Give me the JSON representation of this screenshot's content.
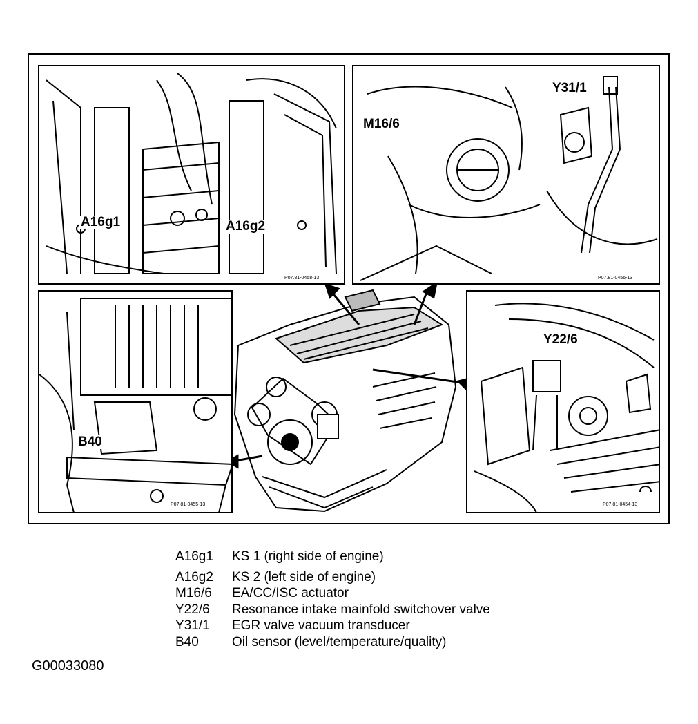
{
  "panels": {
    "top_left": {
      "callouts": [
        "A16g1",
        "A16g2"
      ],
      "figure_number": "P07.81-0458-13"
    },
    "top_right": {
      "callouts": [
        "M16/6",
        "Y31/1"
      ],
      "figure_number": "P07.81-0456-13"
    },
    "bottom_left": {
      "callouts": [
        "B40"
      ],
      "figure_number": "P07.81-0455-13"
    },
    "bottom_right": {
      "callouts": [
        "Y22/6"
      ],
      "figure_number": "P07.81-0454-13"
    }
  },
  "legend": [
    {
      "code": "A16g1",
      "description": "KS 1 (right side of engine)"
    },
    {
      "code": "A16g2",
      "description": "KS 2 (left side of engine)"
    },
    {
      "code": "M16/6",
      "description": "EA/CC/ISC actuator"
    },
    {
      "code": "Y22/6",
      "description": "Resonance intake mainfold switchover valve"
    },
    {
      "code": "Y31/1",
      "description": "EGR valve vacuum transducer"
    },
    {
      "code": "B40",
      "description": "Oil sensor (level/temperature/quality)"
    }
  ],
  "document_id": "G00033080"
}
